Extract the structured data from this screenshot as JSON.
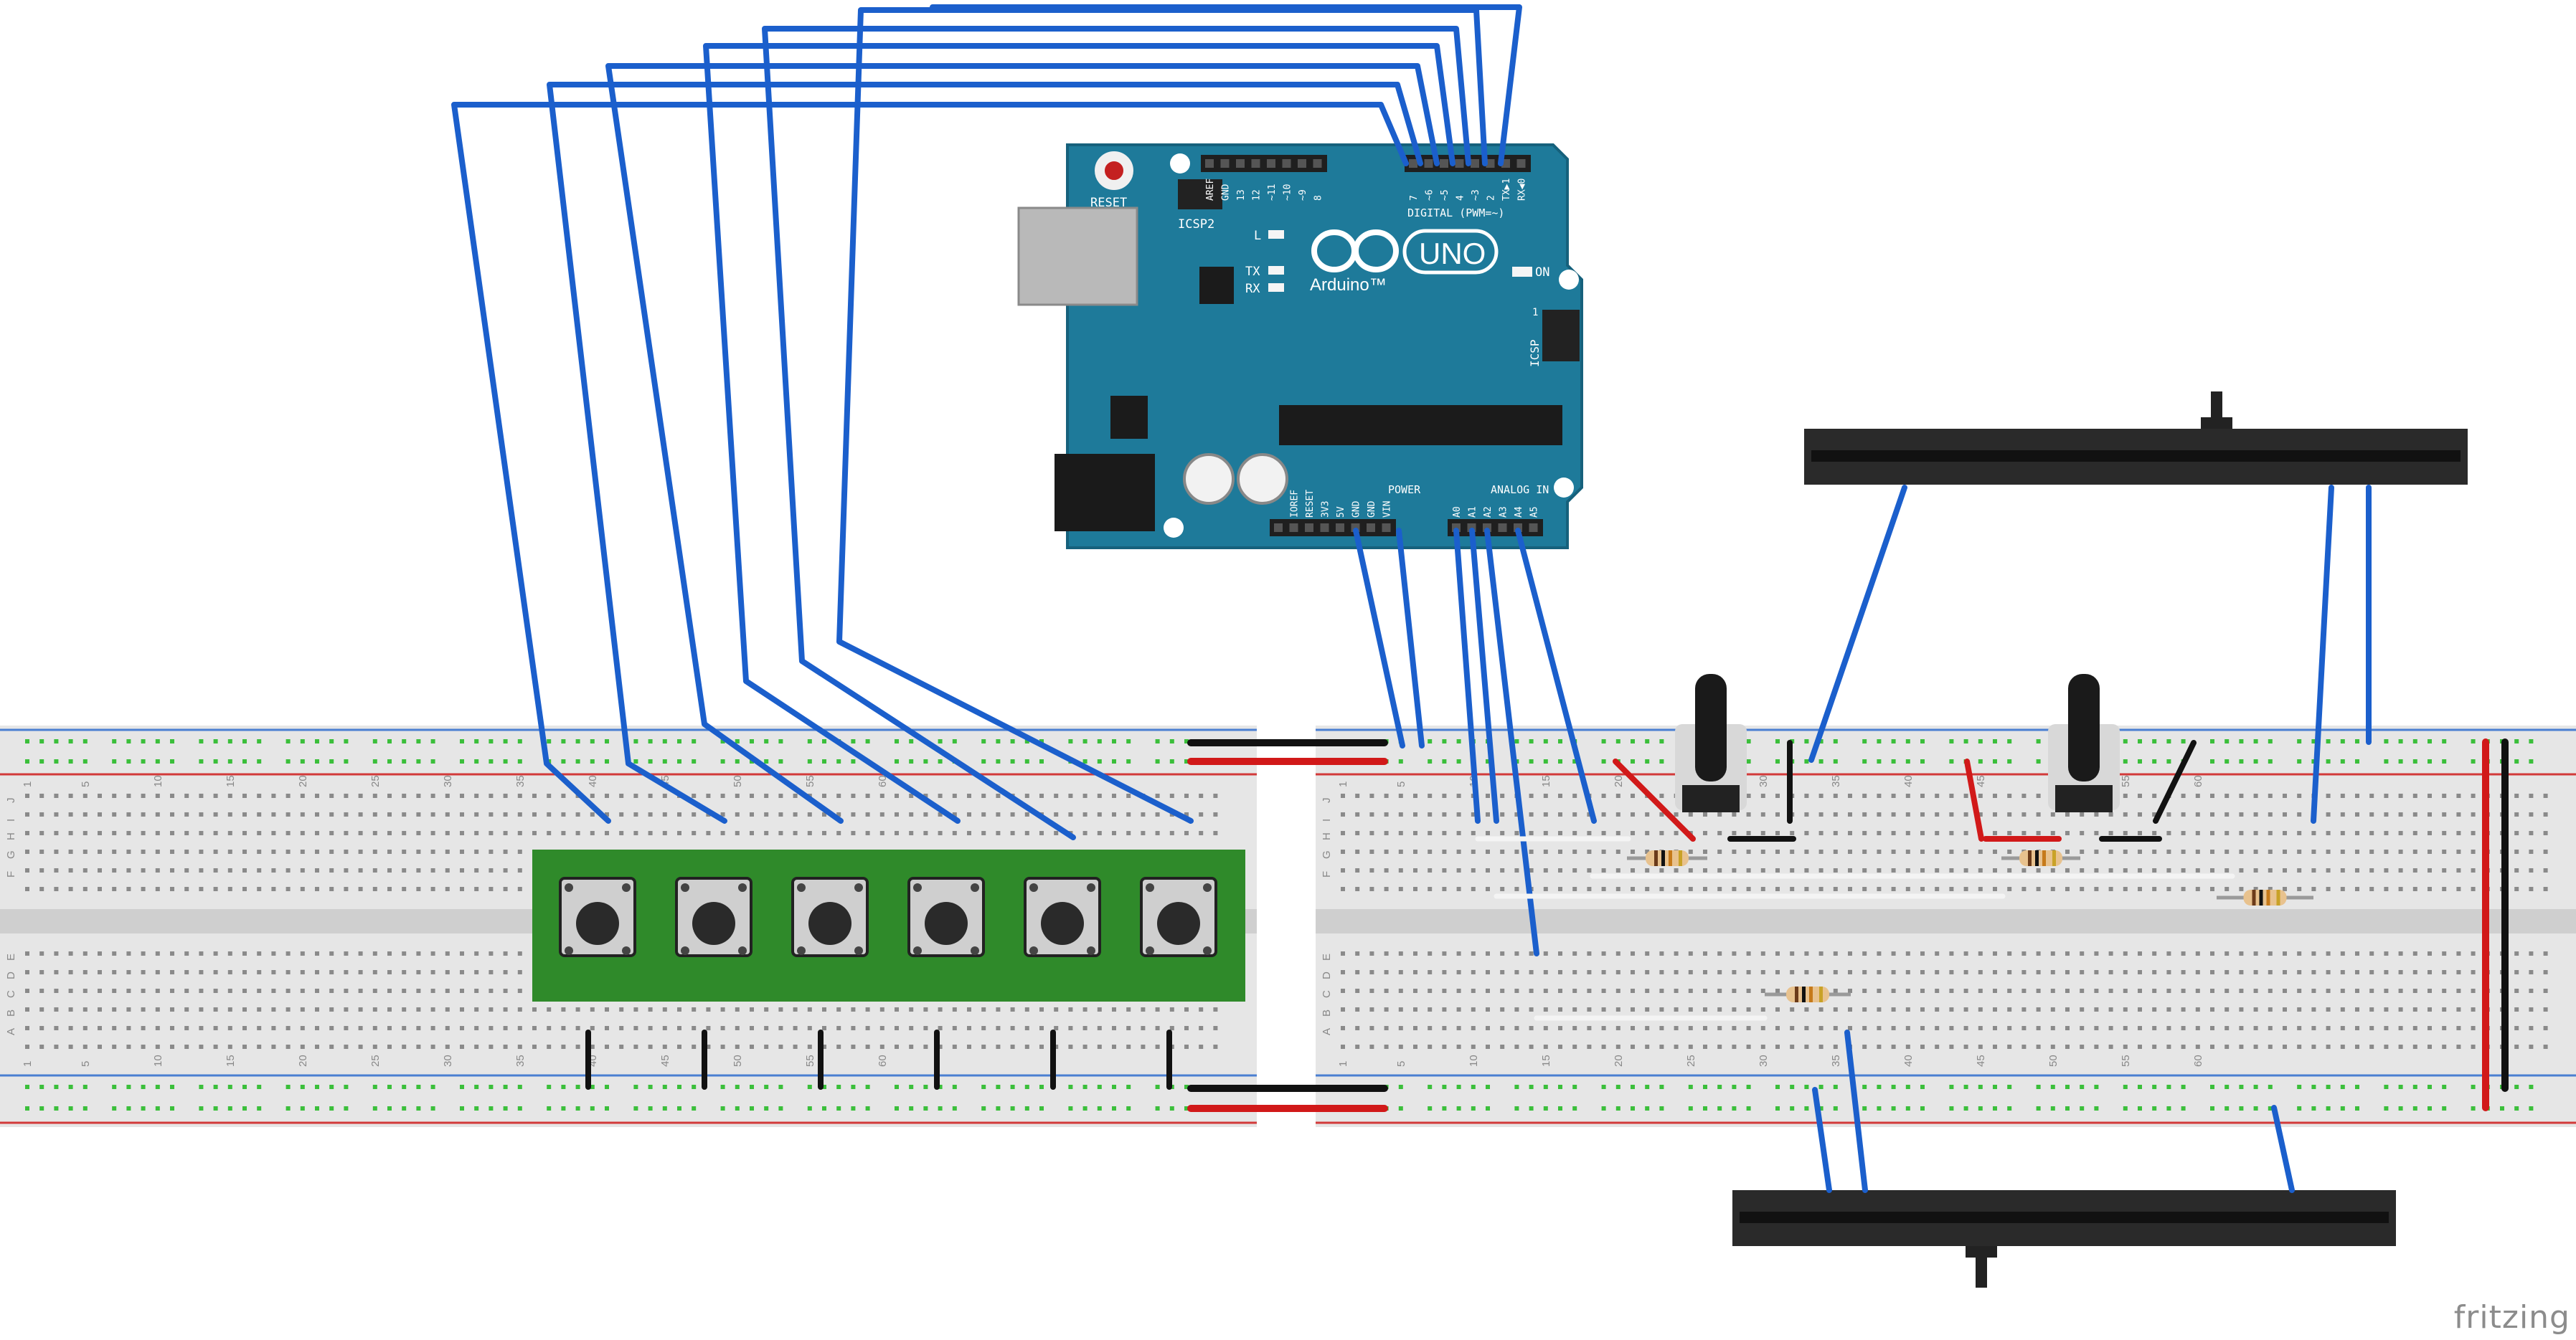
{
  "colors": {
    "background": "#ffffff",
    "breadboard": "#e6e6e6",
    "breadboard_gutter": "#cfcfcf",
    "rail_blue": "#4a7fd1",
    "rail_red": "#d23a3a",
    "hole": "#8a8a8a",
    "hole_used": "#3bbf3b",
    "arduino": "#1e7a9a",
    "arduino_dark": "#16617c",
    "header": "#1f1f1f",
    "wire_blue": "#1b5fcc",
    "wire_red": "#d11919",
    "wire_black": "#111111",
    "wire_white": "#f4f4f4",
    "button_pcb": "#2f8a2a",
    "slider_body": "#2a2a2a",
    "resistor_body": "#e8c28e",
    "pot_body": "#1a1a1a"
  },
  "arduino": {
    "reset_label": "RESET",
    "icsp2_label": "ICSP2",
    "icsp_label": "ICSP",
    "icsp_pin1": "1",
    "l_label": "L",
    "tx_label": "TX",
    "rx_label": "RX",
    "on_label": "ON",
    "uno_label": "UNO",
    "brand_label": "Arduino™",
    "digital_label": "DIGITAL (PWM=~)",
    "power_label": "POWER",
    "analog_label": "ANALOG IN",
    "digital_pins": [
      "AREF",
      "GND",
      "13",
      "12",
      "~11",
      "~10",
      "~9",
      "8",
      "7",
      "~6",
      "~5",
      "4",
      "~3",
      "2",
      "TX▶1",
      "RX◀0"
    ],
    "power_pins": [
      "IOREF",
      "RESET",
      "3V3",
      "5V",
      "GND",
      "GND",
      "VIN"
    ],
    "analog_pins": [
      "A0",
      "A1",
      "A2",
      "A3",
      "A4",
      "A5"
    ]
  },
  "breadboard": {
    "left_numbers": [
      "1",
      "5",
      "10",
      "15",
      "20",
      "25",
      "30",
      "35",
      "40",
      "45",
      "50",
      "55",
      "60"
    ],
    "right_numbers": [
      "1",
      "5",
      "10",
      "15",
      "20",
      "25",
      "30",
      "35",
      "40",
      "45",
      "50",
      "55",
      "60"
    ],
    "row_letters_top": [
      "J",
      "I",
      "H",
      "G",
      "F"
    ],
    "row_letters_bottom": [
      "E",
      "D",
      "C",
      "B",
      "A"
    ]
  },
  "components": {
    "buttons": 6,
    "potentiometers": 2,
    "sliders": 2,
    "resistors": 4
  },
  "footer": {
    "brand": "fritzing"
  }
}
